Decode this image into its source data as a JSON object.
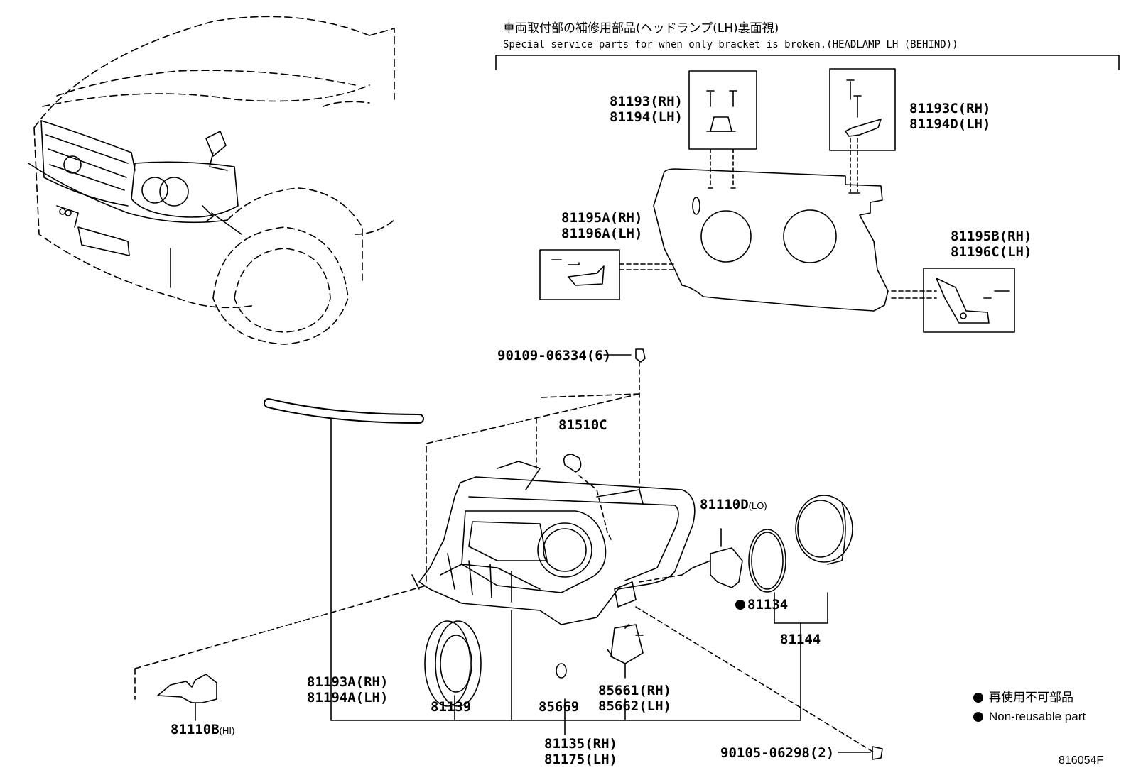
{
  "header": {
    "jp": "車両取付部の補修用部品(ヘッドランプ(LH)裏面視)",
    "en": "Special service parts for when only bracket is broken.(HEADLAMP LH (BEHIND))"
  },
  "parts": {
    "p81193": {
      "rh": "81193(RH)",
      "lh": "81194(LH)"
    },
    "p81193c": {
      "rh": "81193C(RH)",
      "lh": "81194D(LH)"
    },
    "p81195a": {
      "rh": "81195A(RH)",
      "lh": "81196A(LH)"
    },
    "p81195b": {
      "rh": "81195B(RH)",
      "lh": "81196C(LH)"
    },
    "p90109": "90109-06334(6)",
    "p81510c": "81510C",
    "p81110d": "81110D",
    "p81110d_suffix": "(LO)",
    "p81134": "81134",
    "p81144": "81144",
    "p81193a": {
      "rh": "81193A(RH)",
      "lh": "81194A(LH)"
    },
    "p81139": "81139",
    "p85669": "85669",
    "p85661": {
      "rh": "85661(RH)",
      "lh": "85662(LH)"
    },
    "p81110b": "81110B",
    "p81110b_suffix": "(HI)",
    "p81135": {
      "rh": "81135(RH)",
      "lh": "81175(LH)"
    },
    "p90105": "90105-06298(2)"
  },
  "legend": {
    "jp": "再使用不可部品",
    "en": "Non-reusable part"
  },
  "diagram_id": "816054F"
}
